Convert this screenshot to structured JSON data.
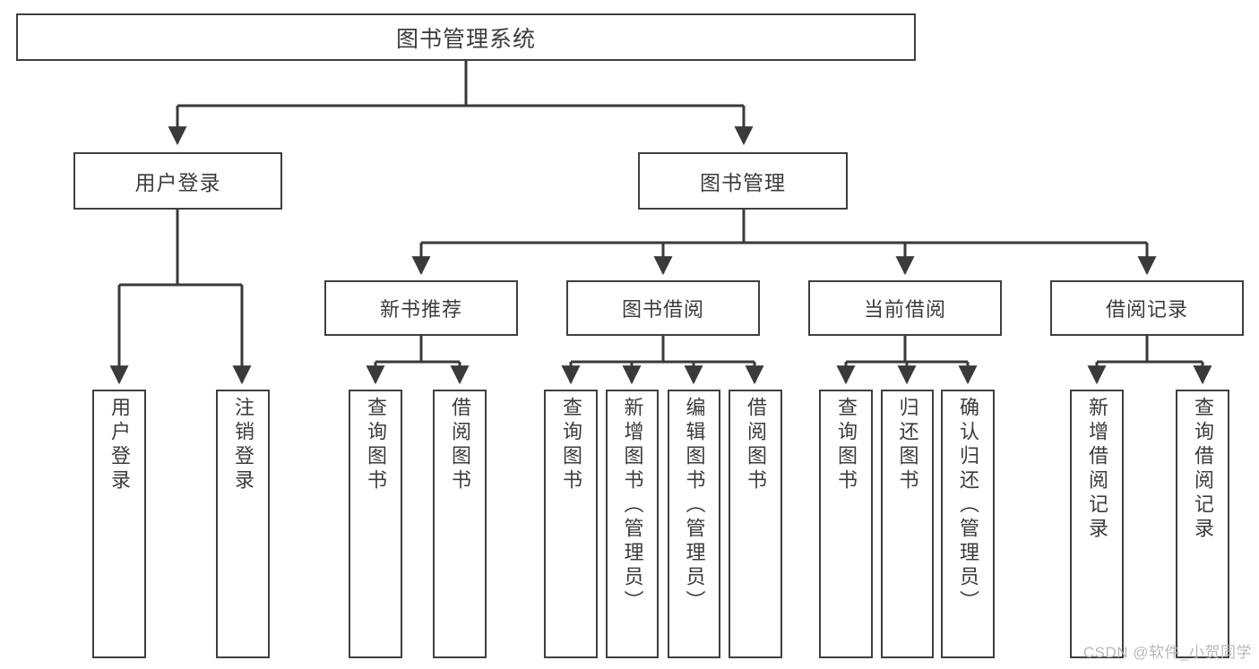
{
  "diagram": {
    "title": "图书管理系统",
    "type": "tree-hierarchy-chart",
    "root": {
      "label": "图书管理系统"
    },
    "level2": [
      {
        "label": "用户登录"
      },
      {
        "label": "图书管理"
      }
    ],
    "level3": [
      {
        "label": "新书推荐"
      },
      {
        "label": "图书借阅"
      },
      {
        "label": "当前借阅"
      },
      {
        "label": "借阅记录"
      }
    ],
    "leaves": {
      "user_login": [
        {
          "label": "用户登录"
        },
        {
          "label": "注销登录"
        }
      ],
      "new_book_recommend": [
        {
          "label": "查询图书"
        },
        {
          "label": "借阅图书"
        }
      ],
      "book_borrow": [
        {
          "label": "查询图书"
        },
        {
          "label": "新增图书（管理员）"
        },
        {
          "label": "编辑图书（管理员）"
        },
        {
          "label": "借阅图书"
        }
      ],
      "current_borrow": [
        {
          "label": "查询图书"
        },
        {
          "label": "归还图书"
        },
        {
          "label": "确认归还（管理员）"
        }
      ],
      "borrow_record": [
        {
          "label": "新增借阅记录"
        },
        {
          "label": "查询借阅记录"
        }
      ]
    }
  },
  "watermark": {
    "text": "CSDN @软件_小贺同学"
  },
  "colors": {
    "box_border": "#3f3f3f",
    "text": "#3c3c3c",
    "connector": "#3a3a3a",
    "background": "#ffffff",
    "watermark": "#b8b8b8"
  }
}
